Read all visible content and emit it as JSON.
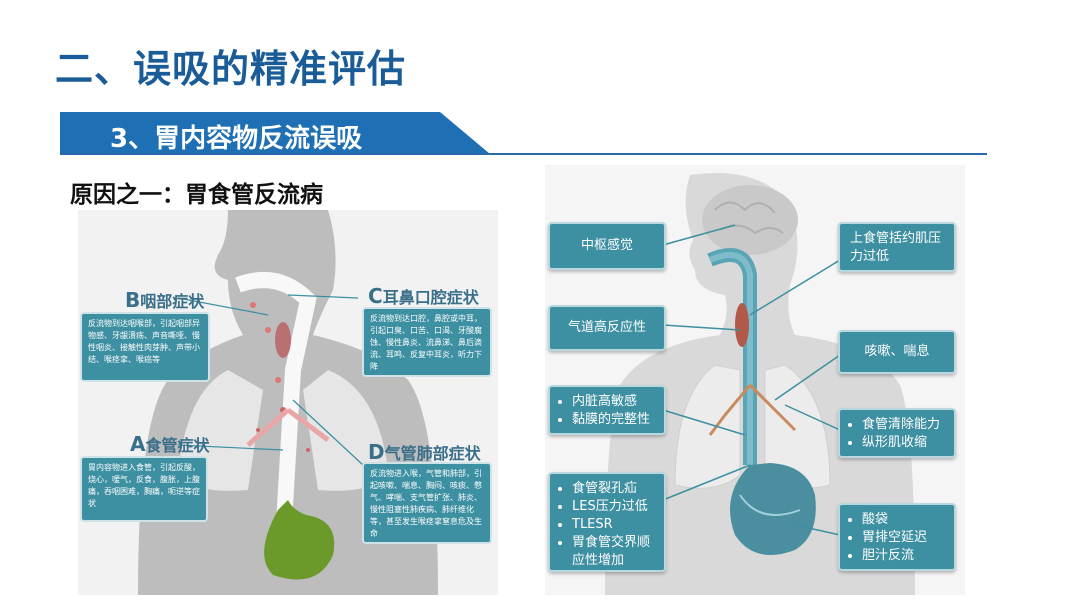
{
  "title": "二、误吸的精准评估",
  "subtitle": "3、胃内容物反流误吸",
  "cause": "原因之一：胃食管反流病",
  "left": {
    "B": {
      "letter": "B",
      "head": "咽部症状",
      "text": "反流物到达咽喉部，引起咽部异物感、牙龈溃疡、声音嘶哑、慢性咽炎、接触性肉芽肿、声带小结、喉痉挛、喉癌等"
    },
    "C": {
      "letter": "C",
      "head": "耳鼻口腔症状",
      "text": "反流物到达口腔，鼻腔或中耳，引起口臭、口苦、口渴、牙酸腐蚀、慢性鼻炎、流鼻涕、鼻后滴流、耳鸣、反复中耳炎，听力下降"
    },
    "A": {
      "letter": "A",
      "head": "食管症状",
      "text": "胃内容物进入食管，引起反酸，烧心，嗳气，反食，腹胀，上腹痛，吞咽困难，胸痛，呃逆等症状"
    },
    "D": {
      "letter": "D",
      "head": "气管肺部症状",
      "text": "反流物进入喉，气管和肺部，引起咳嗽、喘息、胸闷、咳痰、憋气、哮喘、支气管扩张、肺炎、慢性阻塞性肺疾病、肺纤维化等，甚至发生喉痉挛窒息危及生命"
    }
  },
  "right": {
    "zhongshu": "中枢感觉",
    "shangshiguan": "上食管括约肌压力过低",
    "qidao": "气道高反应性",
    "kesou": "咳嗽、喘息",
    "neizang": [
      "内脏高敏感",
      "黏膜的完整性"
    ],
    "qingchu": [
      "食管清除能力",
      "纵形肌收缩"
    ],
    "shiguan": [
      "食管裂孔疝",
      "LES压力过低",
      "TLESR",
      "胃食管交界顺应性增加"
    ],
    "suandai": [
      "酸袋",
      "胃排空延迟",
      "胆汁反流"
    ]
  },
  "colors": {
    "title": "#1a5c97",
    "bar": "#1f6fb5",
    "box": "#3d8fa2"
  }
}
